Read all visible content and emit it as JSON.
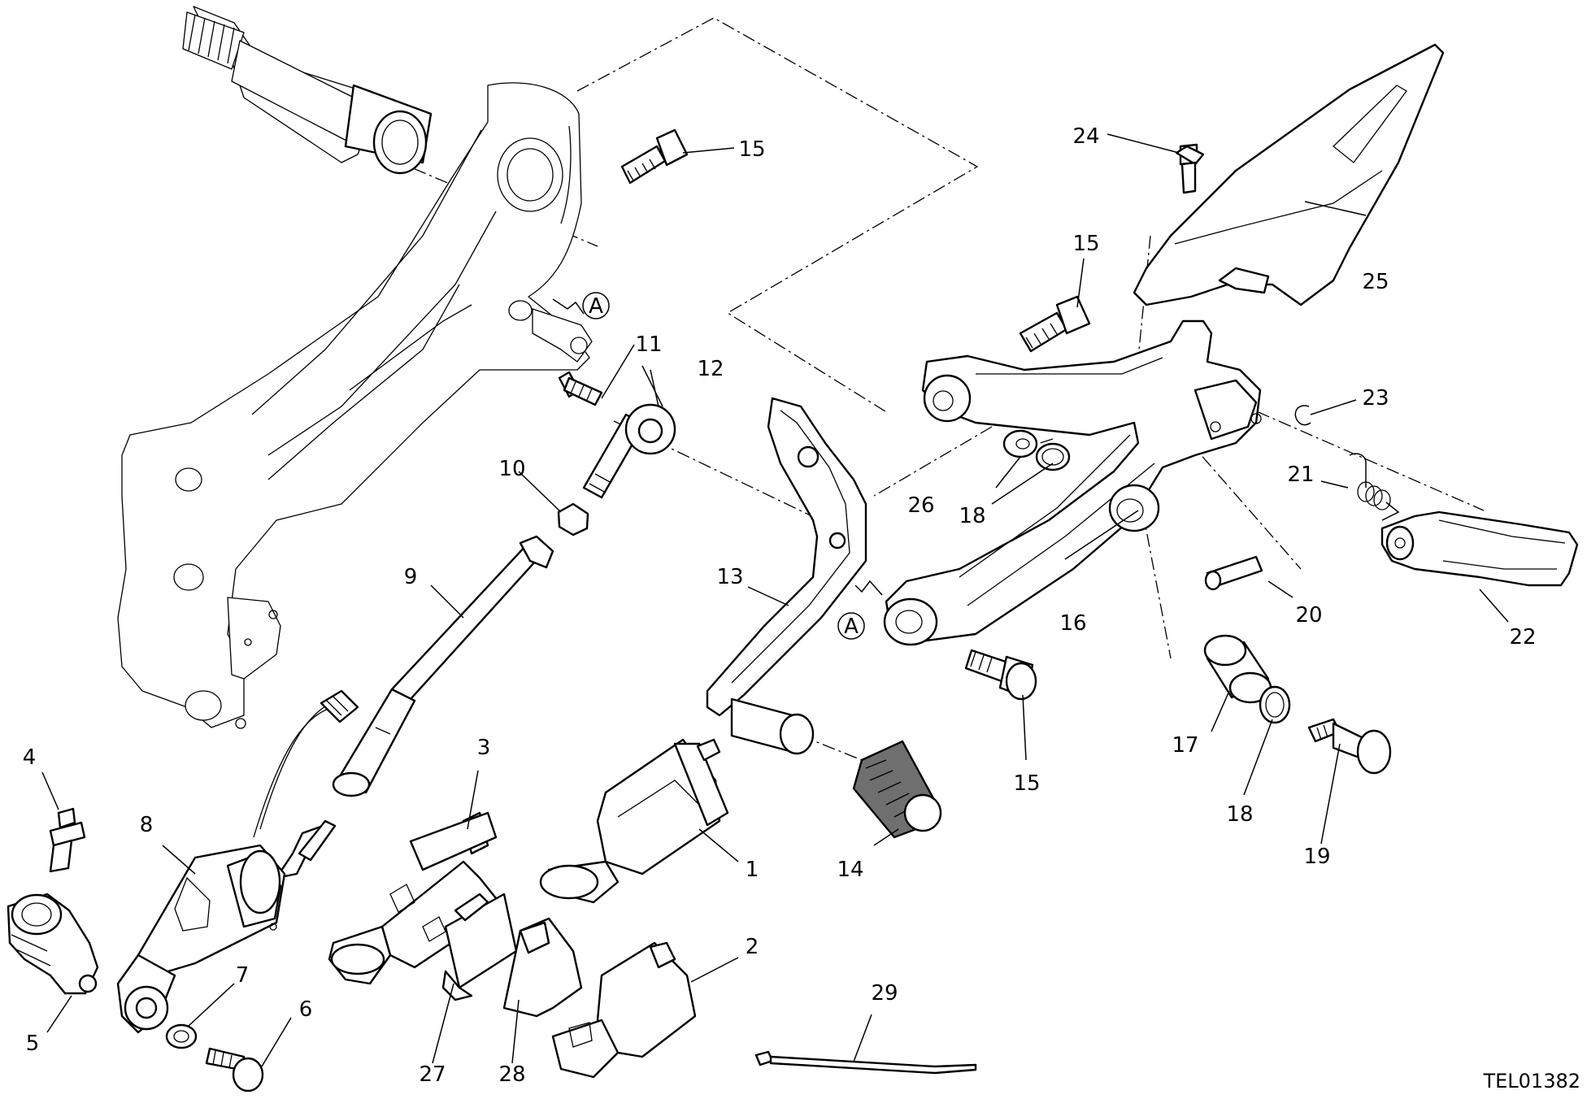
{
  "drawing_code": "TEL01382",
  "reference_mark": "A",
  "callouts": [
    {
      "id": "c1",
      "label": "1"
    },
    {
      "id": "c2",
      "label": "2"
    },
    {
      "id": "c3",
      "label": "3"
    },
    {
      "id": "c4",
      "label": "4"
    },
    {
      "id": "c5",
      "label": "5"
    },
    {
      "id": "c6",
      "label": "6"
    },
    {
      "id": "c7",
      "label": "7"
    },
    {
      "id": "c8",
      "label": "8"
    },
    {
      "id": "c9",
      "label": "9"
    },
    {
      "id": "c10",
      "label": "10"
    },
    {
      "id": "c11",
      "label": "11"
    },
    {
      "id": "c12",
      "label": "12"
    },
    {
      "id": "c13",
      "label": "13"
    },
    {
      "id": "c14",
      "label": "14"
    },
    {
      "id": "c15a",
      "label": "15"
    },
    {
      "id": "c15b",
      "label": "15"
    },
    {
      "id": "c15c",
      "label": "15"
    },
    {
      "id": "c16",
      "label": "16"
    },
    {
      "id": "c17",
      "label": "17"
    },
    {
      "id": "c18a",
      "label": "18"
    },
    {
      "id": "c18b",
      "label": "18"
    },
    {
      "id": "c19",
      "label": "19"
    },
    {
      "id": "c20",
      "label": "20"
    },
    {
      "id": "c21",
      "label": "21"
    },
    {
      "id": "c22",
      "label": "22"
    },
    {
      "id": "c23",
      "label": "23"
    },
    {
      "id": "c24",
      "label": "24"
    },
    {
      "id": "c25",
      "label": "25"
    },
    {
      "id": "c26",
      "label": "26"
    },
    {
      "id": "c27",
      "label": "27"
    },
    {
      "id": "c28",
      "label": "28"
    },
    {
      "id": "c29",
      "label": "29"
    }
  ]
}
